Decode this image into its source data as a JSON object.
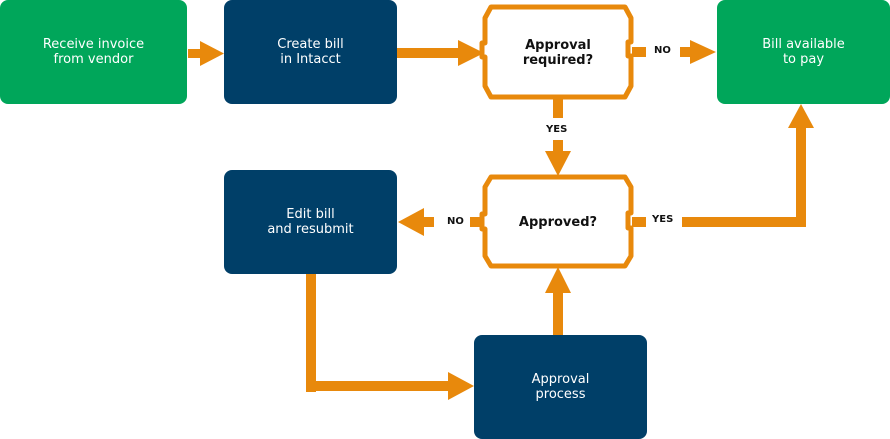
{
  "colors": {
    "green": "#00a65a",
    "navy": "#003f68",
    "orange": "#e8890c"
  },
  "nodes": {
    "receive_invoice": "Receive invoice\nfrom vendor",
    "create_bill": "Create bill\nin Intacct",
    "approval_required": "Approval\nrequired?",
    "bill_available": "Bill available\nto pay",
    "edit_bill": "Edit bill\nand resubmit",
    "approved": "Approved?",
    "approval_process": "Approval\nprocess"
  },
  "edge_labels": {
    "required_no": "NO",
    "required_yes": "YES",
    "approved_no": "NO",
    "approved_yes": "YES"
  }
}
